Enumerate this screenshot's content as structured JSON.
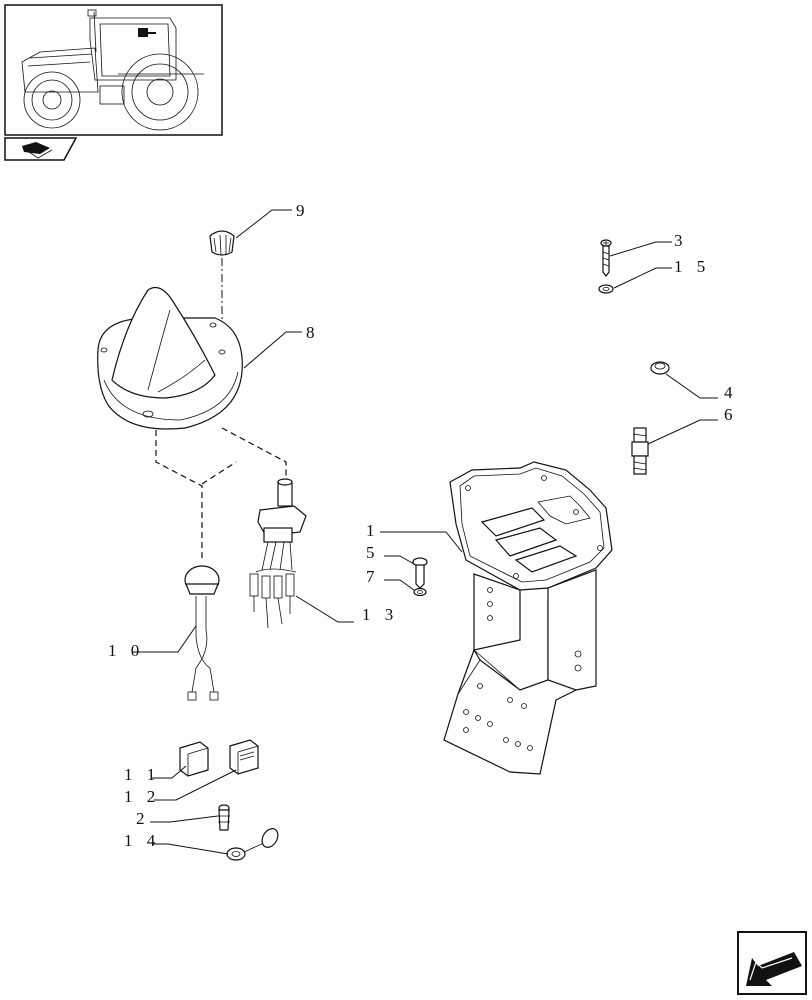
{
  "callouts": {
    "c1": "1",
    "c2": "2",
    "c3": "3",
    "c4": "4",
    "c5": "5",
    "c6": "6",
    "c7": "7",
    "c8": "8",
    "c9": "9",
    "c10": "1 0",
    "c11": "1 1",
    "c12": "1 2",
    "c13": "1 3",
    "c14": "1 4",
    "c15": "1 5"
  },
  "icons": {
    "thumbnail": "tractor-thumbnail-icon",
    "book": "manual-book-icon",
    "nav": "previous-page-arrow-icon"
  },
  "colors": {
    "line": "#111111",
    "background": "#ffffff"
  }
}
